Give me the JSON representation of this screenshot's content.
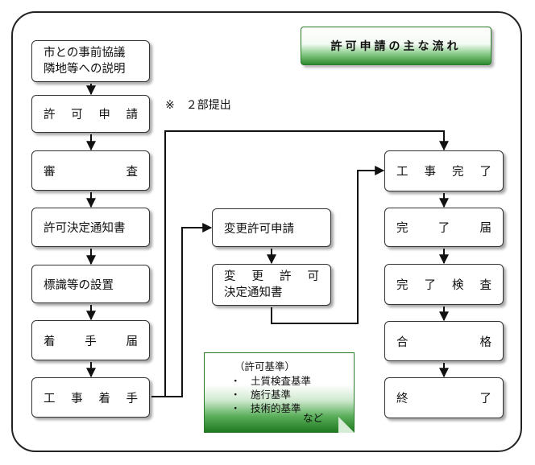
{
  "title": "許可申請の主な流れ",
  "note": "※　２部提出",
  "left_steps": [
    [
      "市との事前協議",
      "隣地等への説明"
    ],
    [
      "許　可　申　請"
    ],
    [
      "審　　　　　査"
    ],
    [
      "許可決定通知書"
    ],
    [
      "標識等の設置"
    ],
    [
      "着　　手　　届"
    ],
    [
      "工　事　着　手"
    ]
  ],
  "middle_steps": [
    [
      "変更許可申請"
    ],
    [
      "変　更　許　可",
      "決定通知書"
    ]
  ],
  "right_steps": [
    [
      "工　事　完　了"
    ],
    [
      "完　　了　　届"
    ],
    [
      "完　了　検　査"
    ],
    [
      "合　　　　　格"
    ],
    [
      "終　　　　　了"
    ]
  ],
  "criteria": {
    "heading": "（許可基準）",
    "items": [
      "土質検査基準",
      "施行基準",
      "技術的基準"
    ],
    "tail": "など",
    "bullet": "・"
  },
  "colors": {
    "accent_green": "#2e8b2e",
    "border": "#333333"
  }
}
